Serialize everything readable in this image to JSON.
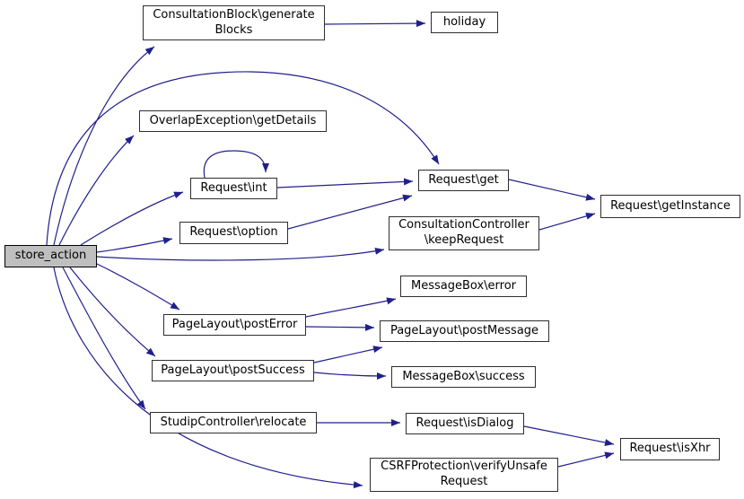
{
  "diagram": {
    "type": "call-graph",
    "background_color": "#ffffff",
    "edge_color": "#20208d",
    "node_fill": "#ffffff",
    "node_border_color": "#2e2e2e",
    "highlight_node_fill": "#bfbfbf",
    "nodes": [
      {
        "id": "store_action",
        "label": "store_action",
        "highlighted": true
      },
      {
        "id": "generate_blocks",
        "label": "ConsultationBlock\\generate\nBlocks"
      },
      {
        "id": "holiday",
        "label": "holiday"
      },
      {
        "id": "get_details",
        "label": "OverlapException\\getDetails"
      },
      {
        "id": "request_int",
        "label": "Request\\int"
      },
      {
        "id": "request_option",
        "label": "Request\\option"
      },
      {
        "id": "request_get",
        "label": "Request\\get"
      },
      {
        "id": "get_instance",
        "label": "Request\\getInstance"
      },
      {
        "id": "keep_request",
        "label": "ConsultationController\n\\keepRequest"
      },
      {
        "id": "post_error",
        "label": "PageLayout\\postError"
      },
      {
        "id": "post_success",
        "label": "PageLayout\\postSuccess"
      },
      {
        "id": "relocate",
        "label": "StudipController\\relocate"
      },
      {
        "id": "msg_error",
        "label": "MessageBox\\error"
      },
      {
        "id": "post_message",
        "label": "PageLayout\\postMessage"
      },
      {
        "id": "msg_success",
        "label": "MessageBox\\success"
      },
      {
        "id": "is_dialog",
        "label": "Request\\isDialog"
      },
      {
        "id": "is_xhr",
        "label": "Request\\isXhr"
      },
      {
        "id": "csrf",
        "label": "CSRFProtection\\verifyUnsafe\nRequest"
      }
    ],
    "edges": [
      {
        "from": "store_action",
        "to": "generate_blocks"
      },
      {
        "from": "store_action",
        "to": "get_details"
      },
      {
        "from": "store_action",
        "to": "request_int"
      },
      {
        "from": "store_action",
        "to": "request_option"
      },
      {
        "from": "store_action",
        "to": "request_get"
      },
      {
        "from": "store_action",
        "to": "keep_request"
      },
      {
        "from": "store_action",
        "to": "post_error"
      },
      {
        "from": "store_action",
        "to": "post_success"
      },
      {
        "from": "store_action",
        "to": "relocate"
      },
      {
        "from": "store_action",
        "to": "csrf"
      },
      {
        "from": "generate_blocks",
        "to": "holiday"
      },
      {
        "from": "request_int",
        "to": "request_int"
      },
      {
        "from": "request_int",
        "to": "request_get"
      },
      {
        "from": "request_option",
        "to": "request_get"
      },
      {
        "from": "request_get",
        "to": "get_instance"
      },
      {
        "from": "keep_request",
        "to": "get_instance"
      },
      {
        "from": "post_error",
        "to": "msg_error"
      },
      {
        "from": "post_error",
        "to": "post_message"
      },
      {
        "from": "post_success",
        "to": "post_message"
      },
      {
        "from": "post_success",
        "to": "msg_success"
      },
      {
        "from": "relocate",
        "to": "is_dialog"
      },
      {
        "from": "is_dialog",
        "to": "is_xhr"
      },
      {
        "from": "csrf",
        "to": "is_xhr"
      }
    ]
  }
}
